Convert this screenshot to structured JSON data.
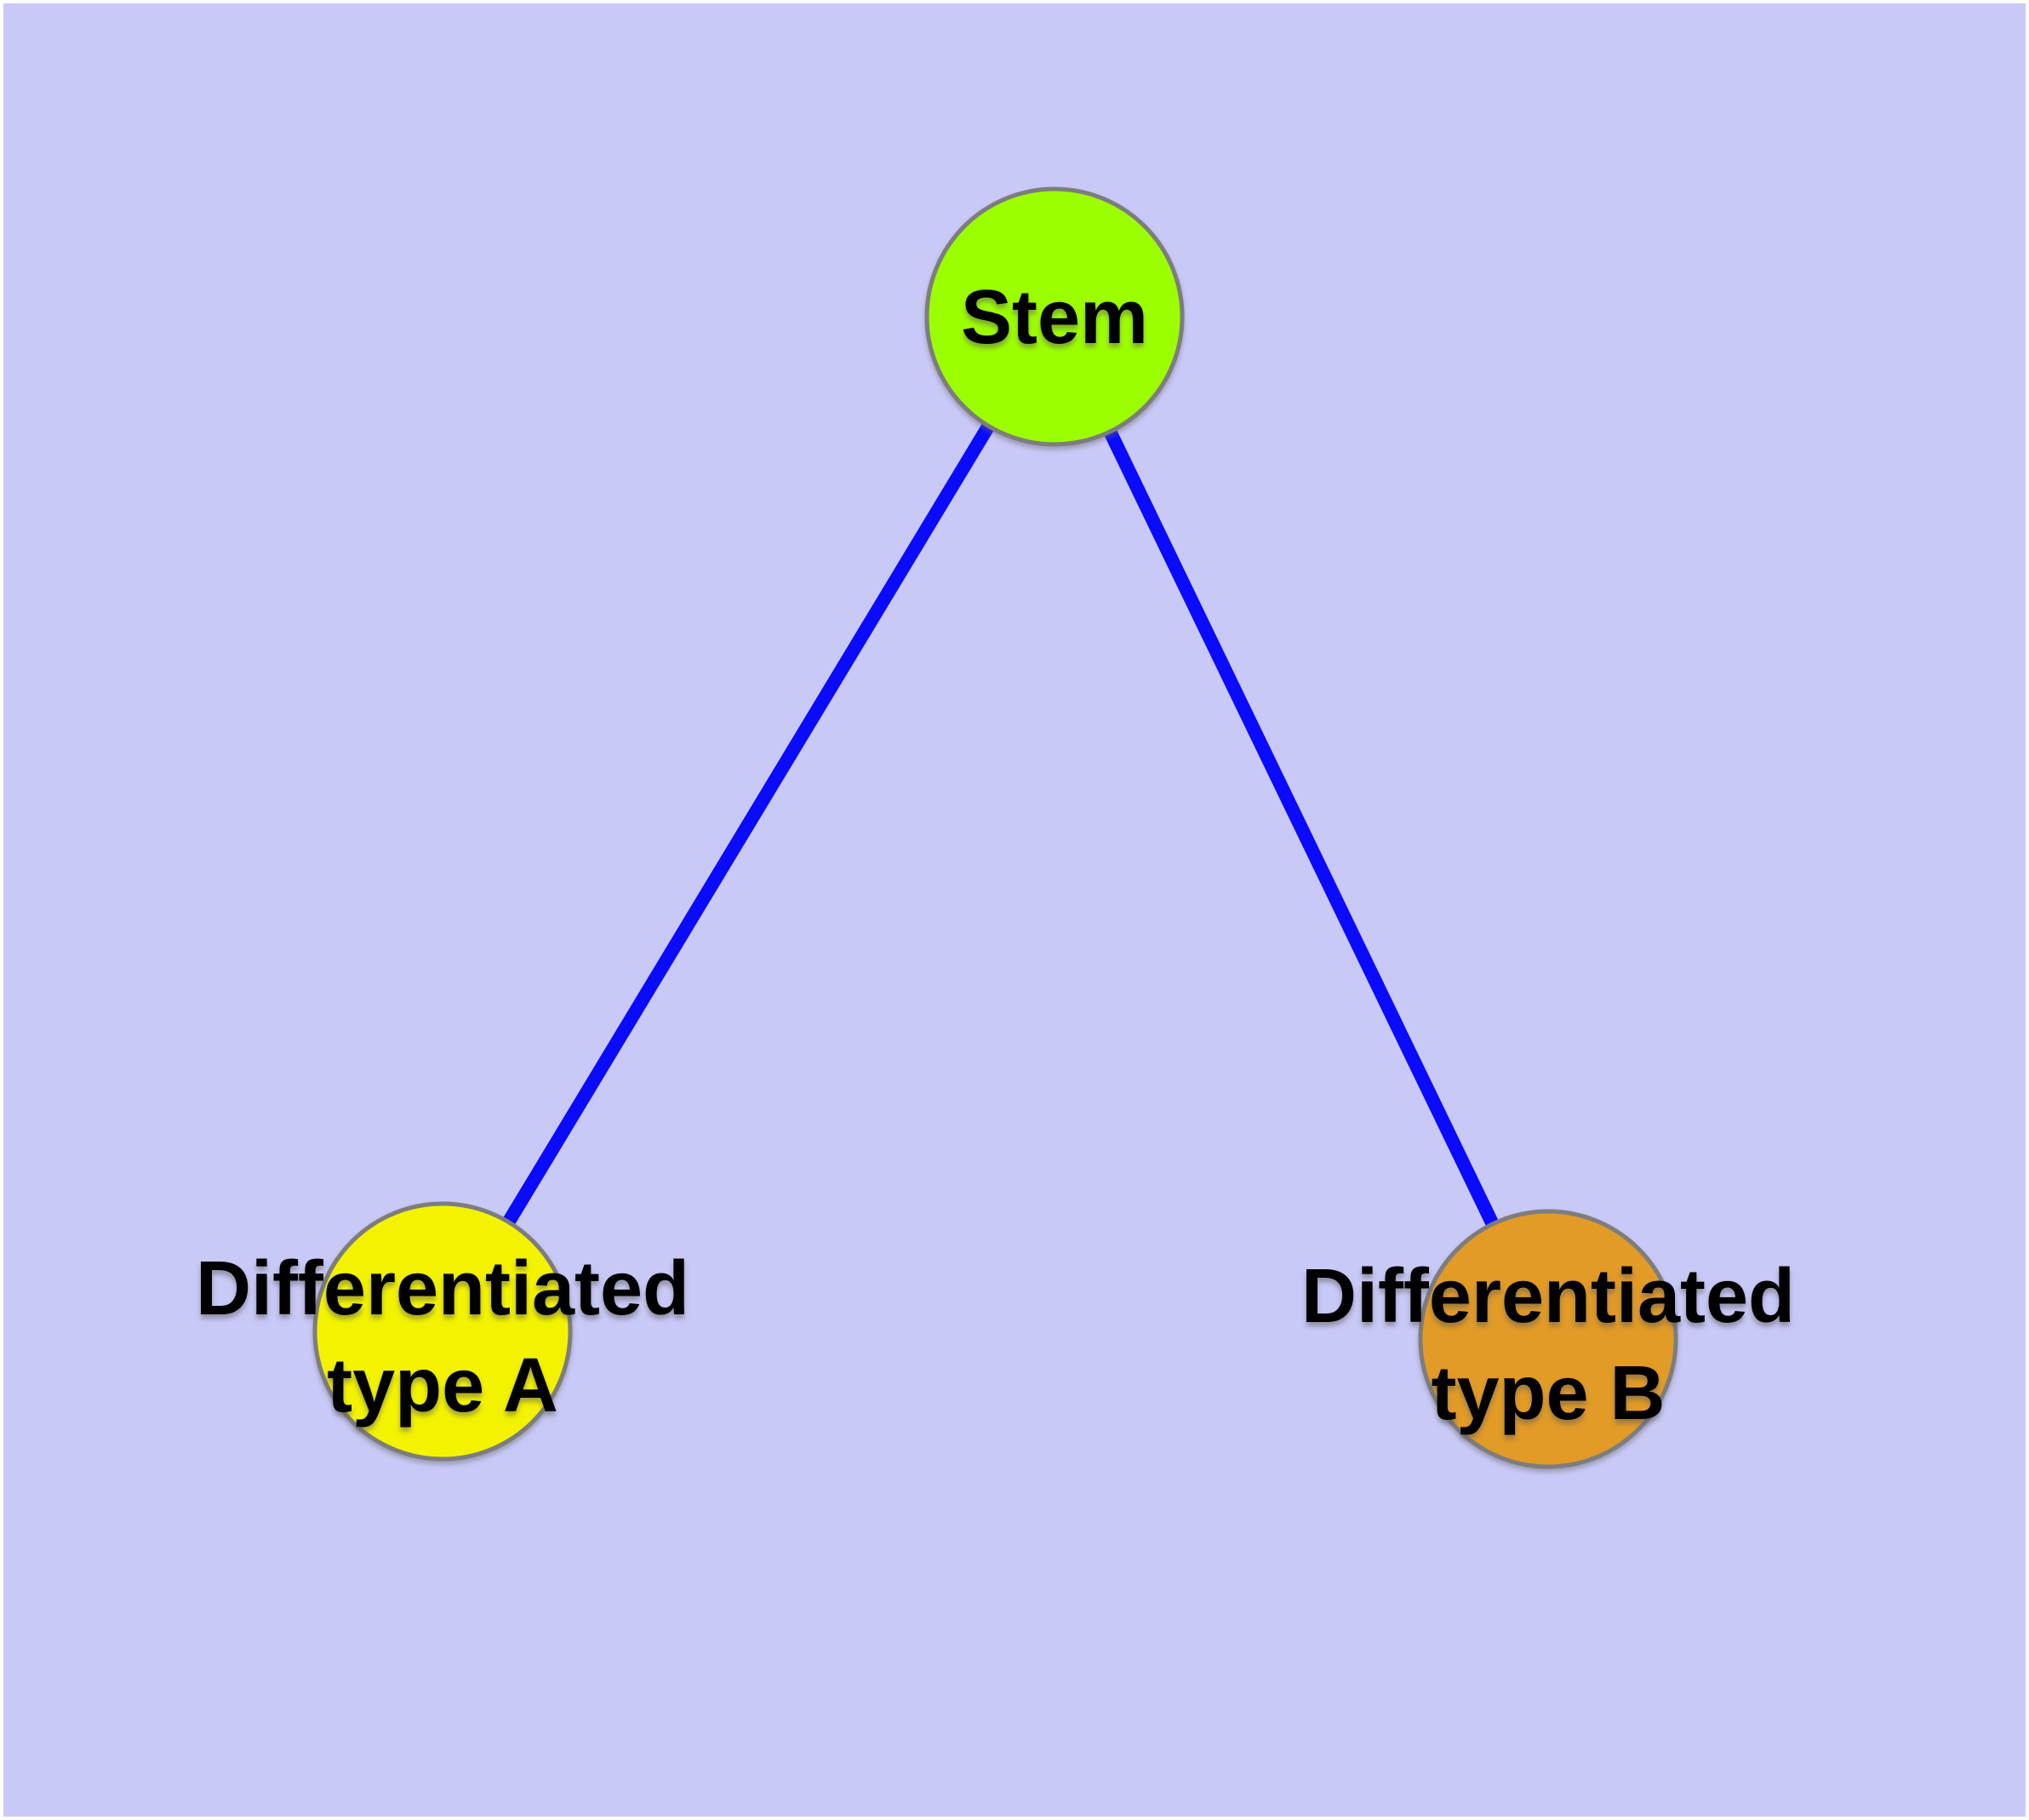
{
  "diagram": {
    "background_color": "#c9c9f8",
    "frame_color": "#ffffff",
    "edge_color": "#0a0aff",
    "node_border_color": "#7d7d7d",
    "label_color": "#000000",
    "nodes": [
      {
        "id": "stem",
        "label": "Stem",
        "fill": "#9cff00"
      },
      {
        "id": "differentiated-type-a",
        "label": "Differentiated type A",
        "label_line1": "Differentiated",
        "label_line2": "type A",
        "fill": "#f3f300"
      },
      {
        "id": "differentiated-type-b",
        "label": "Differentiated type B",
        "label_line1": "Differentiated",
        "label_line2": "type B",
        "fill": "#e29b27"
      }
    ],
    "edges": [
      {
        "from": "Stem",
        "to": "Differentiated type A"
      },
      {
        "from": "Stem",
        "to": "Differentiated type B"
      }
    ]
  }
}
